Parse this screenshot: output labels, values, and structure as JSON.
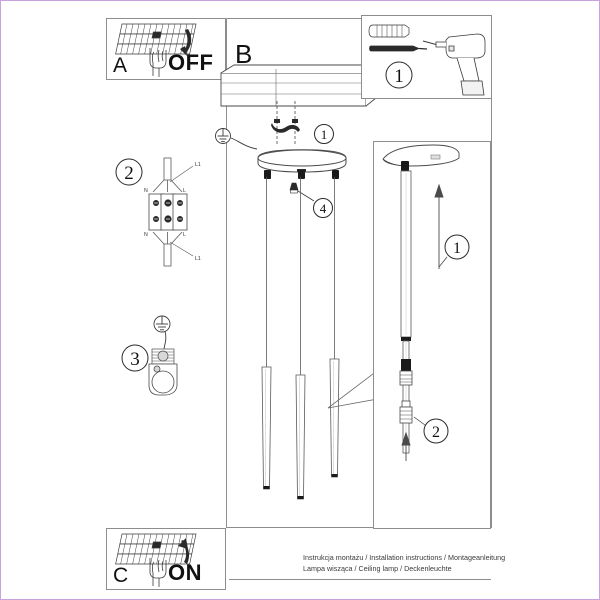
{
  "document": {
    "type": "assembly-instruction-sheet",
    "product": "3-light tapered pendant ceiling lamp",
    "background": "#ffffff",
    "border_color": "#c9a3dd",
    "line_color": "#4a4a4a"
  },
  "panels": {
    "a": {
      "label": "A",
      "action_word": "OFF",
      "icon": "fuse-box-switch-hand-icon",
      "description": "Switch off the mains power at the fuse box"
    },
    "b": {
      "label": "B",
      "description": "Ceiling mounting overview with canopy and three pendants"
    },
    "c": {
      "label": "C",
      "action_word": "ON",
      "icon": "fuse-box-switch-hand-icon",
      "description": "Switch the mains power back on"
    },
    "step1": {
      "number": "1",
      "icon": "drill-and-wallplug-icon",
      "description": "Drill holes, insert wall plugs and screws"
    },
    "step2": {
      "number": "2",
      "icon": "terminal-block-icon",
      "description": "Connect wires to the terminal block",
      "wire_labels": {
        "top_left": "N",
        "top_right": "L",
        "top_lead": "L1",
        "bottom_left": "N",
        "bottom_right": "L",
        "bottom_lead": "L1"
      }
    },
    "step3": {
      "number": "3",
      "icon": "lamp-socket-earth-icon",
      "earth_symbol": "earth-ground-icon",
      "description": "Earth connection to the lamp socket"
    }
  },
  "main_drawing": {
    "callout_ceiling_screw": "1",
    "callout_cable_clamp": "4",
    "earth_symbol": "earth-ground-icon",
    "pendant_count": 3,
    "description": "Canopy fixed to ceiling with three tapered pendant rods at staggered lengths"
  },
  "detail_drawing": {
    "callout_rod_adjust": "1",
    "callout_bulb": "2",
    "description": "Enlarged detail of a single pendant: rod height adjustment and bulb fitting"
  },
  "footer": {
    "line1": "Instrukcja montażu / Installation instructions / Montageanleitung",
    "line2": "Lampa wisząca / Ceiling lamp / Deckenleuchte"
  }
}
